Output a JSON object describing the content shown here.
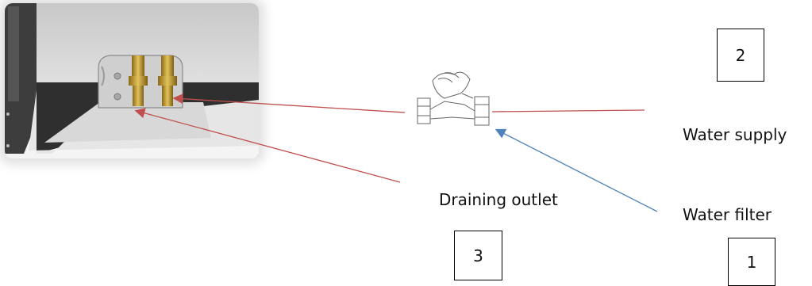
{
  "labels": {
    "water_supply": "Water supply",
    "draining_outlet": "Draining outlet",
    "water_filter": "Water filter"
  },
  "numbers": {
    "water_supply": "2",
    "draining_outlet": "3",
    "water_filter": "1"
  },
  "colors": {
    "red_arrow": "#c0504d",
    "blue_arrow": "#4f81bd",
    "brass": "#c9a23a"
  }
}
